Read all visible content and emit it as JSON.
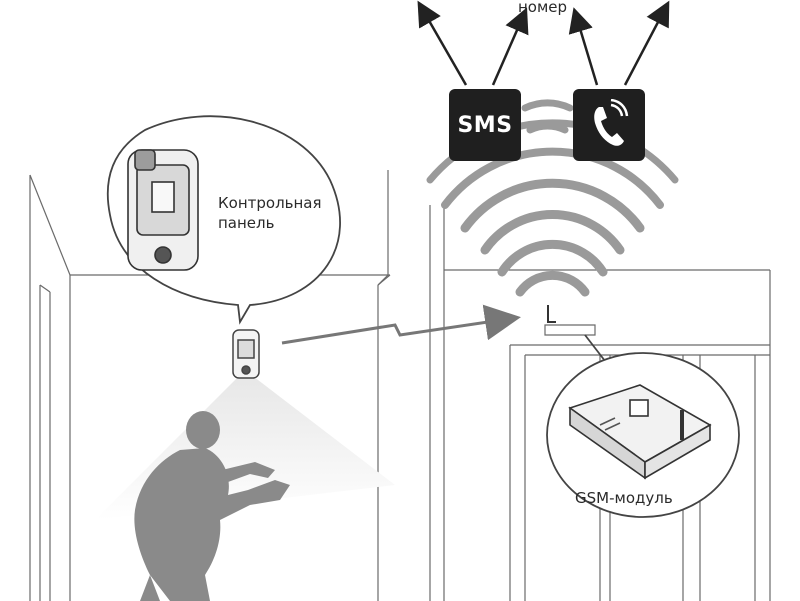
{
  "labels": {
    "phone_number": "номер",
    "control_panel": "Контрольная панель",
    "gsm_module": "GSM-модуль",
    "sms": "SMS"
  },
  "icons": {
    "phone": "phone-ringing-icon",
    "signal": "wifi-signal-icon",
    "intruder": "person-silhouette-icon",
    "sensor": "motion-sensor-icon"
  },
  "colors": {
    "line": "#555555",
    "badge": "#1f1f1f",
    "silhouette": "#8a8a8a",
    "signal": "#9a9a9a",
    "cone": "#d9d9d9"
  }
}
